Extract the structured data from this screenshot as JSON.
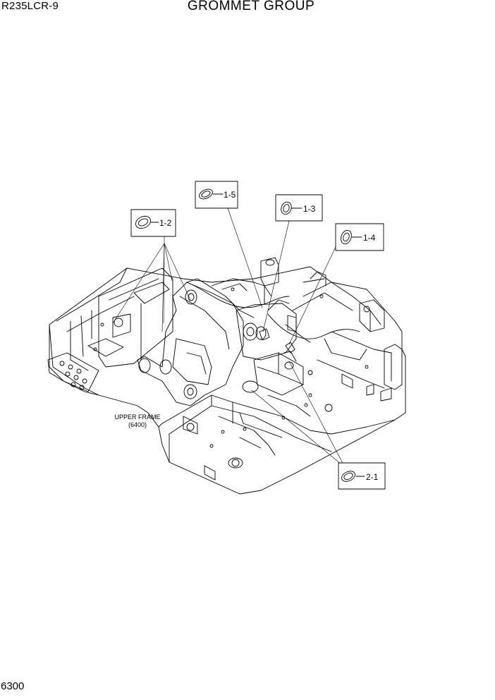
{
  "header": {
    "model": "R235LCR-9",
    "title": "GROMMET GROUP"
  },
  "footer": {
    "page_number": "6300"
  },
  "diagram": {
    "frame_label": "UPPER FRAME",
    "frame_ref": "(6400)",
    "callouts": [
      "1-2",
      "1-5",
      "1-3",
      "1-4",
      "2-1"
    ]
  },
  "colors": {
    "line": "#000000",
    "background": "#ffffff"
  }
}
